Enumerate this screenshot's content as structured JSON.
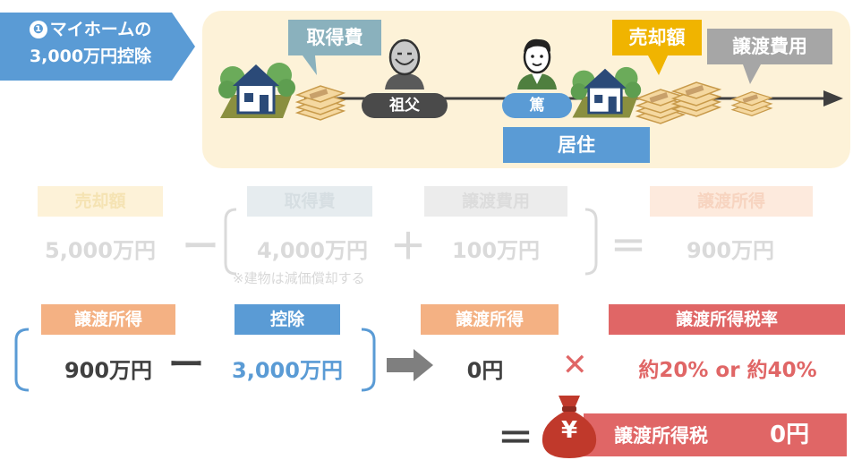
{
  "heading": {
    "num": "❶",
    "line1": "マイホームの",
    "line2": "3,000万円控除"
  },
  "timeline": {
    "acquisition_cost": "取得費",
    "grandfather": "祖父",
    "heir": "篤",
    "residence": "居住",
    "sale_price": "売却額",
    "transfer_cost": "譲渡費用"
  },
  "calc1": {
    "sale_label": "売却額",
    "sale_value": "5,000万円",
    "minus": "ー",
    "acq_label": "取得費",
    "acq_value": "4,000万円",
    "plus": "＋",
    "cost_label": "譲渡費用",
    "cost_value": "100万円",
    "equals": "＝",
    "income_label": "譲渡所得",
    "income_value": "900万円",
    "note": "※建物は減価償却する"
  },
  "calc2": {
    "income_label": "譲渡所得",
    "income_value": "900万円",
    "minus": "ー",
    "deduction_label": "控除",
    "deduction_value": "3,000万円",
    "result_label": "譲渡所得",
    "result_value": "0円",
    "times": "✕",
    "rate_label": "譲渡所得税率",
    "rate_value": "約20% or 約40%"
  },
  "result": {
    "equals": "＝",
    "yen": "¥",
    "tax_label": "譲渡所得税",
    "tax_value": "0円"
  },
  "colors": {
    "blue": "#5a9bd5",
    "orange": "#f4b183",
    "red": "#e06666",
    "gold": "#f0b400",
    "gray": "#a6a6a6",
    "teal": "#8ab1bd"
  }
}
